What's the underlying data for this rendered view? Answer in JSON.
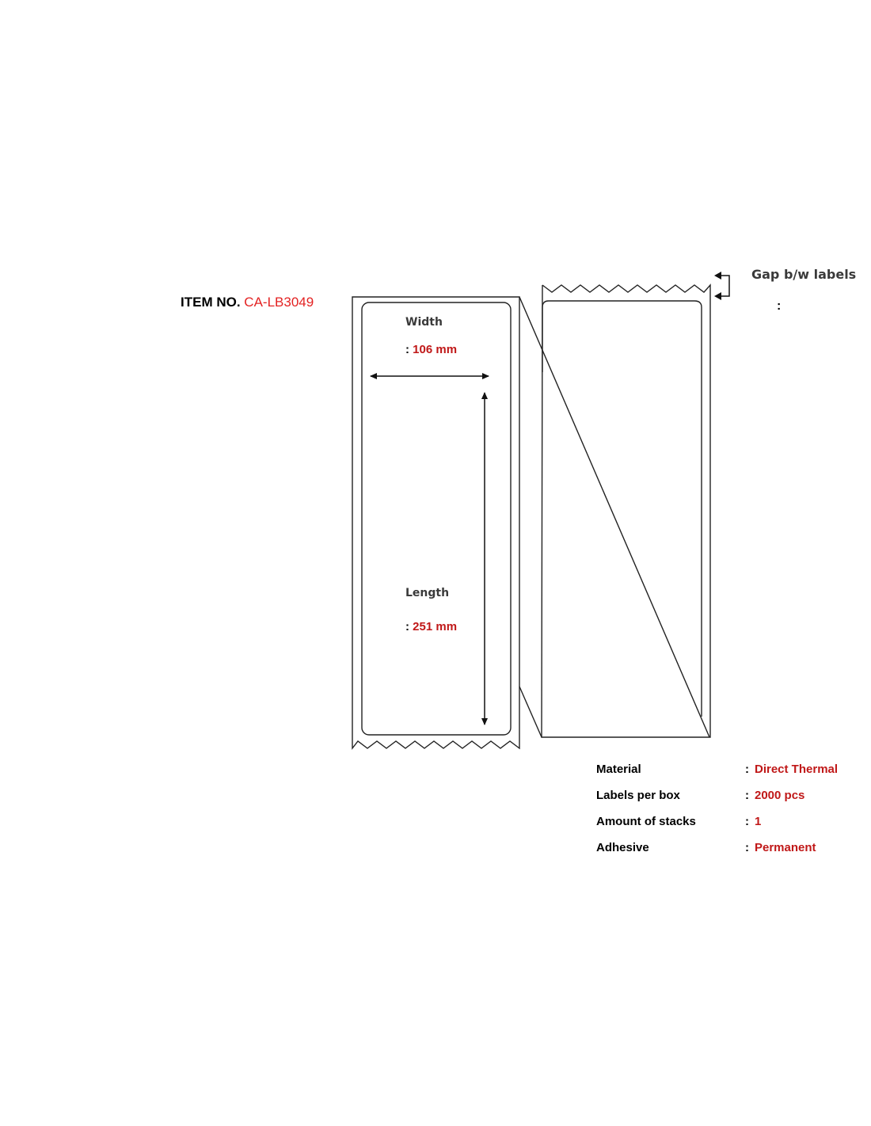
{
  "item": {
    "prefix": "ITEM NO.",
    "number": "CA-LB3049"
  },
  "dimensions": {
    "width_label": "Width",
    "width_value": "106 mm",
    "length_label": "Length",
    "length_value": "251 mm",
    "gap_label": "Gap b/w labels",
    "gap_value": ""
  },
  "specs": [
    {
      "label": "Material",
      "value": "Direct Thermal"
    },
    {
      "label": "Labels per box",
      "value": "2000 pcs"
    },
    {
      "label": "Amount of stacks",
      "value": "1"
    },
    {
      "label": "Adhesive",
      "value": "Permanent"
    }
  ],
  "colors": {
    "accent": "#c01818",
    "item_number": "#e32222",
    "line": "#222222"
  }
}
